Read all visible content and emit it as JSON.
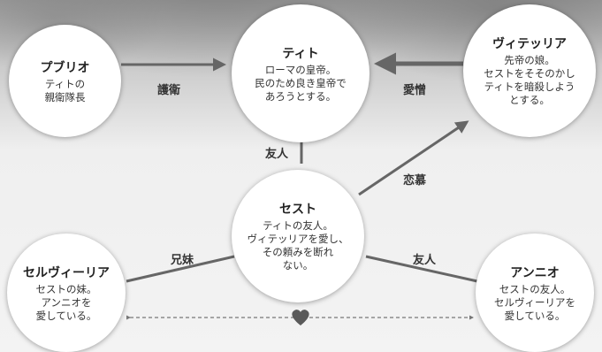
{
  "nodes": {
    "publio": {
      "name": "プブリオ",
      "desc": "ティトの\n親衛隊長"
    },
    "tito": {
      "name": "ティト",
      "desc": "ローマの皇帝。\n民のため良き皇帝で\nあろうとする。"
    },
    "vitellia": {
      "name": "ヴィテッリア",
      "desc": "先帝の娘。\nセストをそそのかし\nティトを暗殺しよう\nとする。"
    },
    "sesto": {
      "name": "セスト",
      "desc": "ティトの友人。\nヴィテッリアを愛し、\nその頼みを断れ\nない。"
    },
    "servilia": {
      "name": "セルヴィーリア",
      "desc": "セストの妹。\nアンニオを\n愛している。"
    },
    "annio": {
      "name": "アンニオ",
      "desc": "セストの友人。\nセルヴィーリアを\n愛している。"
    }
  },
  "relations": {
    "guard": "護衛",
    "love_hate": "愛憎",
    "friend_tito": "友人",
    "yearning": "恋慕",
    "siblings": "兄妹",
    "friend_annio": "友人"
  },
  "colors": {
    "line": "#666666",
    "heart": "#5a5a5a",
    "node_fill": "#ffffff"
  }
}
